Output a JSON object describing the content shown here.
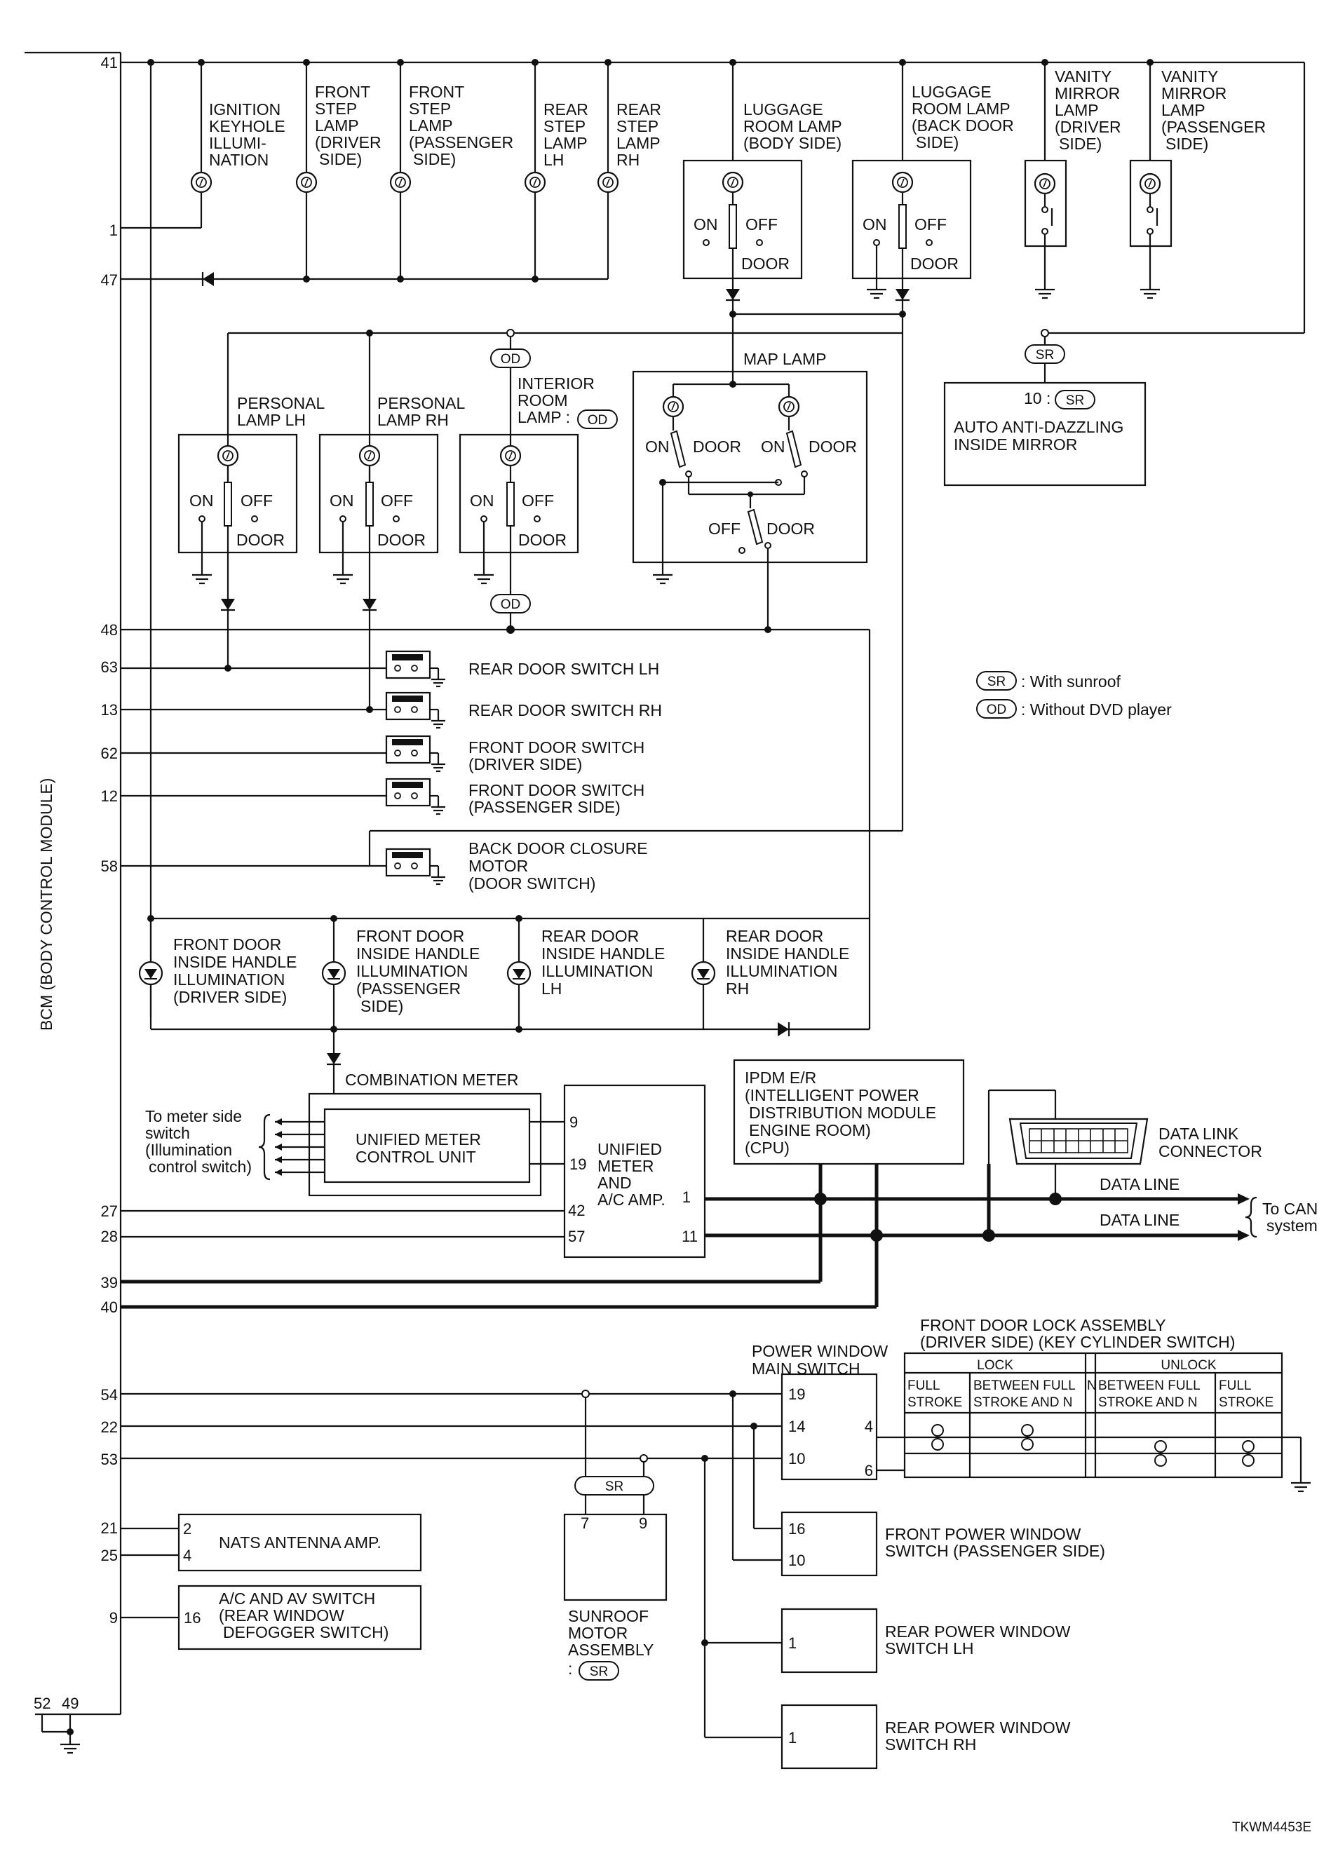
{
  "bcm": {
    "label": "BCM (BODY CONTROL MODULE)"
  },
  "pins": {
    "p41": "41",
    "p1": "1",
    "p47": "47",
    "p48": "48",
    "p63": "63",
    "p13": "13",
    "p62": "62",
    "p12": "12",
    "p58": "58",
    "p27": "27",
    "p28": "28",
    "p39": "39",
    "p40": "40",
    "p54": "54",
    "p22": "22",
    "p53": "53",
    "p21": "21",
    "p25": "25",
    "p9": "9",
    "p52": "52",
    "p49": "49"
  },
  "switch_states": {
    "on": "ON",
    "off": "OFF",
    "door": "DOOR"
  },
  "top_lamps": [
    {
      "lines": [
        "IGNITION",
        "KEYHOLE",
        "ILLUMI-",
        "NATION"
      ]
    },
    {
      "lines": [
        "FRONT",
        "STEP",
        "LAMP",
        "(DRIVER",
        "SIDE)"
      ]
    },
    {
      "lines": [
        "FRONT",
        "STEP",
        "LAMP",
        "(PASSENGER",
        "SIDE)"
      ]
    },
    {
      "lines": [
        "REAR",
        "STEP",
        "LAMP",
        "LH"
      ]
    },
    {
      "lines": [
        "REAR",
        "STEP",
        "LAMP",
        "RH"
      ]
    },
    {
      "lines": [
        "LUGGAGE",
        "ROOM LAMP",
        "(BODY SIDE)"
      ]
    },
    {
      "lines": [
        "LUGGAGE",
        "ROOM LAMP",
        "(BACK DOOR",
        "SIDE)"
      ]
    },
    {
      "lines": [
        "VANITY",
        "MIRROR",
        "LAMP",
        "(DRIVER",
        "SIDE)"
      ]
    },
    {
      "lines": [
        "VANITY",
        "MIRROR",
        "LAMP",
        "(PASSENGER",
        "SIDE)"
      ]
    }
  ],
  "anti_dazzle": {
    "pin": "10 :",
    "lines": [
      "AUTO ANTI-DAZZLING",
      "INSIDE MIRROR"
    ]
  },
  "personal_lamps": [
    {
      "lines": [
        "PERSONAL",
        "LAMP LH"
      ]
    },
    {
      "lines": [
        "PERSONAL",
        "LAMP RH"
      ]
    }
  ],
  "interior_lamp": {
    "lines": [
      "INTERIOR",
      "ROOM",
      "LAMP :"
    ]
  },
  "map_lamp": {
    "label": "MAP LAMP"
  },
  "door_switches": [
    {
      "lines": [
        "REAR DOOR SWITCH LH"
      ]
    },
    {
      "lines": [
        "REAR DOOR SWITCH RH"
      ]
    },
    {
      "lines": [
        "FRONT DOOR SWITCH",
        "(DRIVER SIDE)"
      ]
    },
    {
      "lines": [
        "FRONT DOOR SWITCH",
        "(PASSENGER SIDE)"
      ]
    },
    {
      "lines": [
        "BACK DOOR CLOSURE",
        "MOTOR",
        "(DOOR SWITCH)"
      ]
    }
  ],
  "legend": {
    "sr_code": "SR",
    "sr_text": ": With sunroof",
    "od_code": "OD",
    "od_text": ": Without DVD player"
  },
  "handle_illum": [
    {
      "lines": [
        "FRONT DOOR",
        "INSIDE HANDLE",
        "ILLUMINATION",
        "(DRIVER SIDE)"
      ]
    },
    {
      "lines": [
        "FRONT DOOR",
        "INSIDE HANDLE",
        "ILLUMINATION",
        "(PASSENGER",
        "SIDE)"
      ]
    },
    {
      "lines": [
        "REAR DOOR",
        "INSIDE HANDLE",
        "ILLUMINATION",
        "LH"
      ]
    },
    {
      "lines": [
        "REAR DOOR",
        "INSIDE HANDLE",
        "ILLUMINATION",
        "RH"
      ]
    }
  ],
  "combination_meter": {
    "label": "COMBINATION METER",
    "unit_lines": [
      "UNIFIED METER",
      "CONTROL UNIT"
    ],
    "side_lines": [
      "To meter side",
      "switch",
      "(Illumination",
      "control switch)"
    ]
  },
  "unified_amp": {
    "pins": [
      "9",
      "19",
      "42",
      "57",
      "1",
      "11"
    ],
    "lines": [
      "UNIFIED",
      "METER",
      "AND",
      "A/C AMP."
    ]
  },
  "ipdm": {
    "lines": [
      "IPDM E/R",
      "(INTELLIGENT POWER",
      "DISTRIBUTION MODULE",
      "ENGINE ROOM)",
      "(CPU)"
    ]
  },
  "dlc": {
    "lines": [
      "DATA LINK",
      "CONNECTOR"
    ]
  },
  "can": {
    "data_line": "DATA LINE",
    "to_lines": [
      "To CAN",
      "system"
    ]
  },
  "sunroof": {
    "pins": [
      "7",
      "9"
    ],
    "lines": [
      "SUNROOF",
      "MOTOR",
      "ASSEMBLY",
      ":"
    ]
  },
  "pw_main": {
    "lines": [
      "POWER WINDOW",
      "MAIN SWITCH"
    ],
    "pins": [
      "19",
      "14",
      "10",
      "4",
      "6"
    ]
  },
  "door_lock": {
    "title_lines": [
      "FRONT DOOR LOCK ASSEMBLY",
      "(DRIVER SIDE) (KEY CYLINDER SWITCH)"
    ],
    "lock": "LOCK",
    "unlock": "UNLOCK",
    "columns": [
      [
        "FULL",
        "STROKE"
      ],
      [
        "BETWEEN FULL",
        "STROKE AND N"
      ],
      [
        "N"
      ],
      [
        "BETWEEN FULL",
        "STROKE AND N"
      ],
      [
        "FULL",
        "STROKE"
      ]
    ]
  },
  "front_pw": {
    "pins": [
      "16",
      "10"
    ],
    "lines": [
      "FRONT POWER WINDOW",
      "SWITCH (PASSENGER SIDE)"
    ]
  },
  "rear_pw_lh": {
    "pins": [
      "1"
    ],
    "lines": [
      "REAR POWER WINDOW",
      "SWITCH LH"
    ]
  },
  "rear_pw_rh": {
    "pins": [
      "1"
    ],
    "lines": [
      "REAR POWER WINDOW",
      "SWITCH RH"
    ]
  },
  "nats": {
    "pins": [
      "2",
      "4"
    ],
    "label": "NATS ANTENNA AMP."
  },
  "ac_av": {
    "pins": [
      "16"
    ],
    "lines": [
      "A/C AND AV SWITCH",
      "(REAR WINDOW",
      "DEFOGGER SWITCH)"
    ]
  },
  "figure_id": "TKWM4453E"
}
